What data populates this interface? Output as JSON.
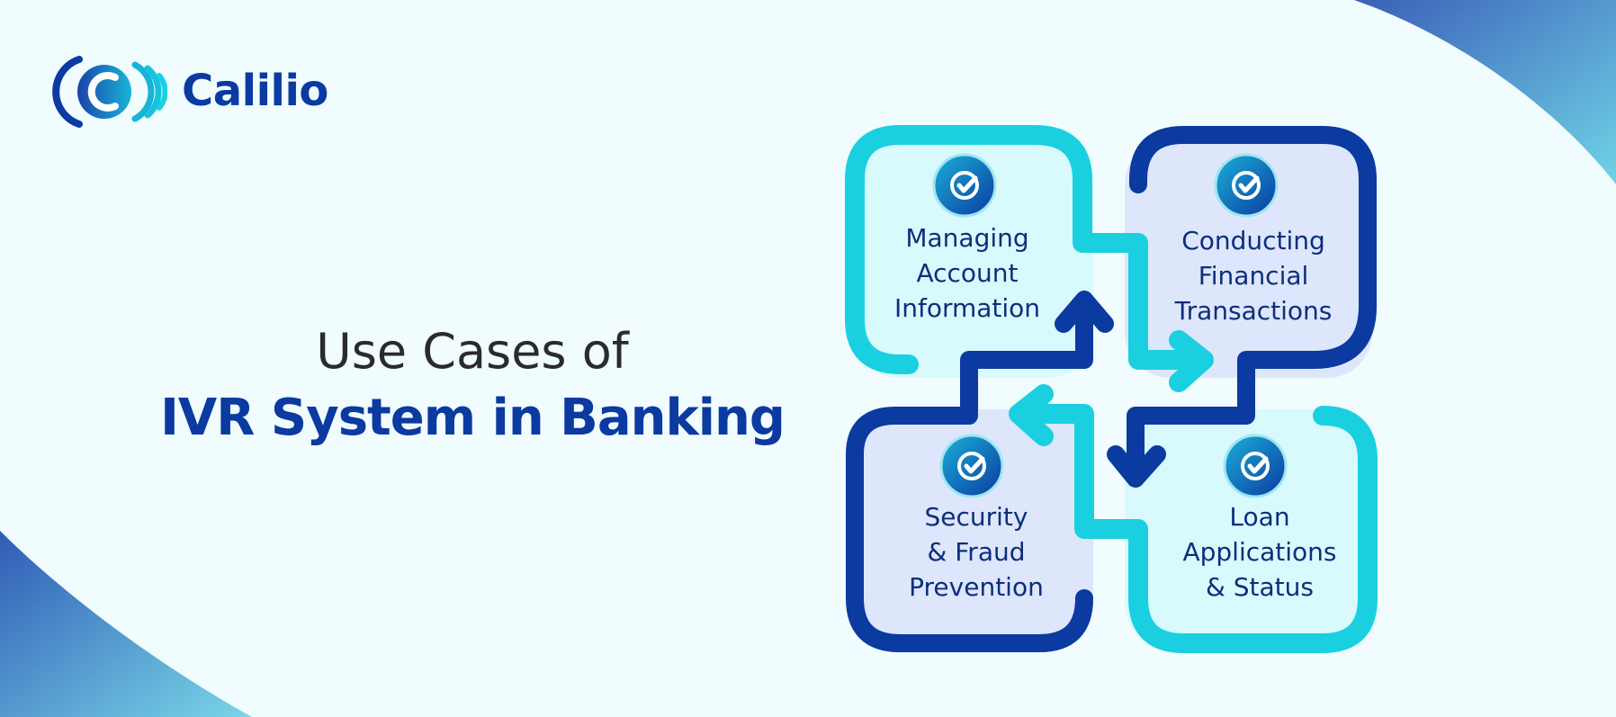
{
  "brand": {
    "name": "Calilio"
  },
  "headline": {
    "line1": "Use Cases of",
    "line2": "IVR System in Banking"
  },
  "cards": [
    {
      "lines": [
        "Managing",
        "Account",
        "Information"
      ]
    },
    {
      "lines": [
        "Conducting",
        "Financial",
        "Transactions"
      ]
    },
    {
      "lines": [
        "Security",
        "& Fraud",
        "Prevention"
      ]
    },
    {
      "lines": [
        "Loan",
        "Applications",
        "& Status"
      ]
    }
  ],
  "colors": {
    "background": "#f0fcfd",
    "brand_blue": "#0b3aa0",
    "cyan": "#1ad0e0",
    "dark_blue": "#0b3aa0",
    "card_light_cyan": "#d8fafd",
    "card_light_blue": "#dde6fb"
  },
  "icons": {
    "card_icon": "check-circle-icon",
    "logo_icon": "calilio-logo-icon"
  }
}
